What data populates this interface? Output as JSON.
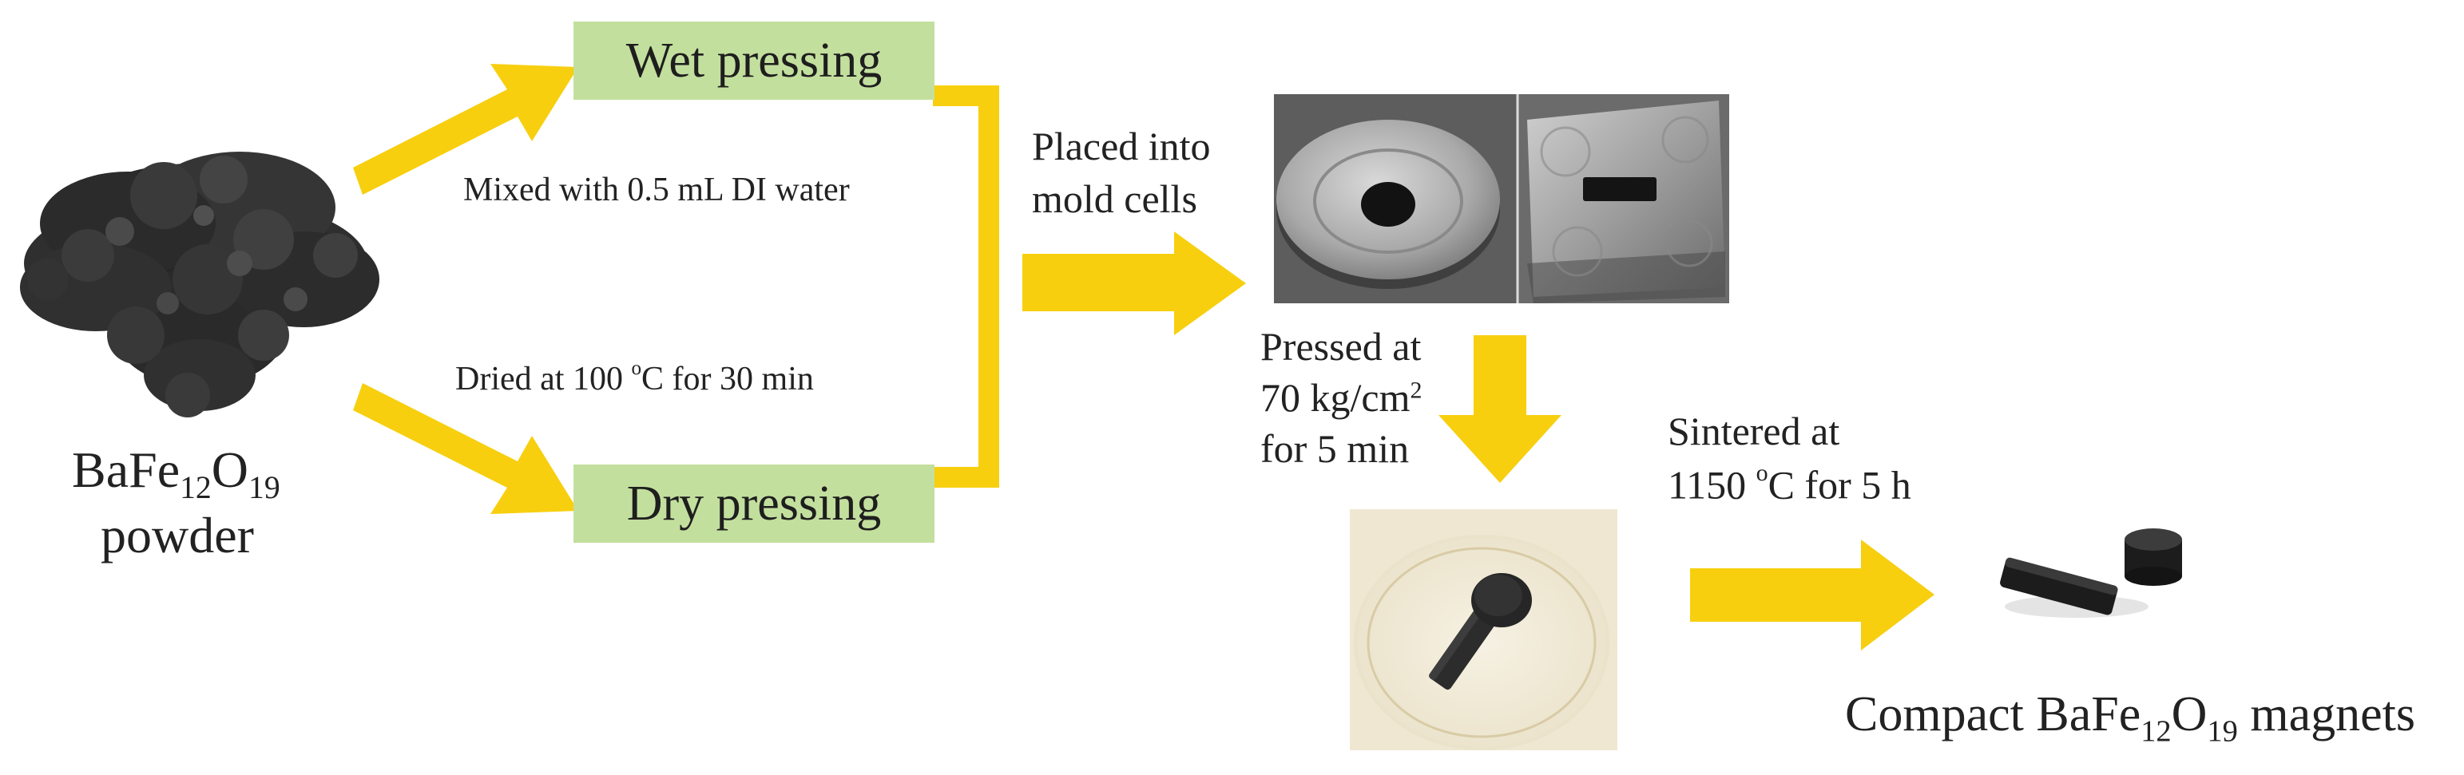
{
  "colors": {
    "arrow": "#f7cf0f",
    "box_fill": "#c3df9e",
    "magnet": "#1c1c1c"
  },
  "powder": {
    "formula_prefix": "BaFe",
    "formula_sub1": "12",
    "formula_mid": "O",
    "formula_sub2": "19",
    "label": "powder"
  },
  "wet_pressing": {
    "label": "Wet pressing",
    "note": "Mixed with 0.5 mL DI water"
  },
  "dry_pressing": {
    "label": "Dry pressing",
    "note_prefix": "Dried at 100 ",
    "note_deg": "o",
    "note_suffix": "C for 30 min"
  },
  "mold": {
    "line1": "Placed into",
    "line2": "mold cells"
  },
  "press": {
    "line1": "Pressed at",
    "line2_prefix": "70 kg/cm",
    "line2_sup": "2",
    "line3": "for 5 min"
  },
  "sinter": {
    "line1": "Sintered at",
    "line2_prefix": "1150 ",
    "line2_deg": "o",
    "line2_suffix": "C for 5 h"
  },
  "result": {
    "prefix": "Compact BaFe",
    "sub1": "12",
    "mid": "O",
    "sub2": "19",
    "suffix": " magnets"
  }
}
